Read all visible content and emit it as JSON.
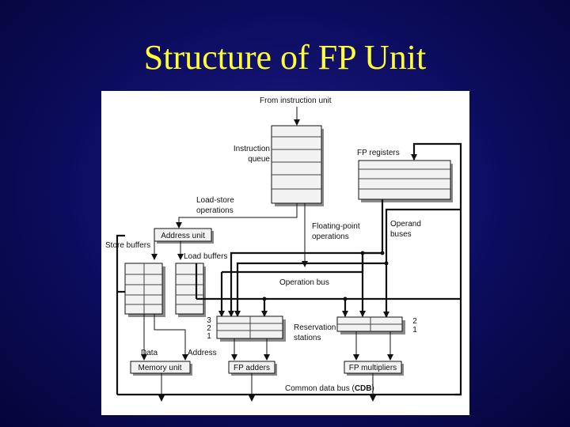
{
  "slide": {
    "title": "Structure of FP Unit"
  },
  "diagram": {
    "from_instruction_unit": "From instruction unit",
    "instruction_queue_line1": "Instruction",
    "instruction_queue_line2": "queue",
    "fp_registers": "FP registers",
    "load_store_line1": "Load-store",
    "load_store_line2": "operations",
    "address_unit": "Address unit",
    "store_buffers": "Store buffers",
    "load_buffers": "Load buffers",
    "fp_operations_line1": "Floating-point",
    "fp_operations_line2": "operations",
    "operand_buses_line1": "Operand",
    "operand_buses_line2": "buses",
    "operation_bus": "Operation bus",
    "rs_num_3": "3",
    "rs_num_2": "2",
    "rs_num_1": "1",
    "rs_right_2": "2",
    "rs_right_1": "1",
    "reservation_stations_line1": "Reservation",
    "reservation_stations_line2": "stations",
    "data": "Data",
    "address": "Address",
    "memory_unit": "Memory unit",
    "fp_adders": "FP adders",
    "fp_multipliers": "FP multipliers",
    "cdb_prefix": "Common data bus (",
    "cdb_abbrev": "CDB",
    "cdb_suffix": ")"
  }
}
